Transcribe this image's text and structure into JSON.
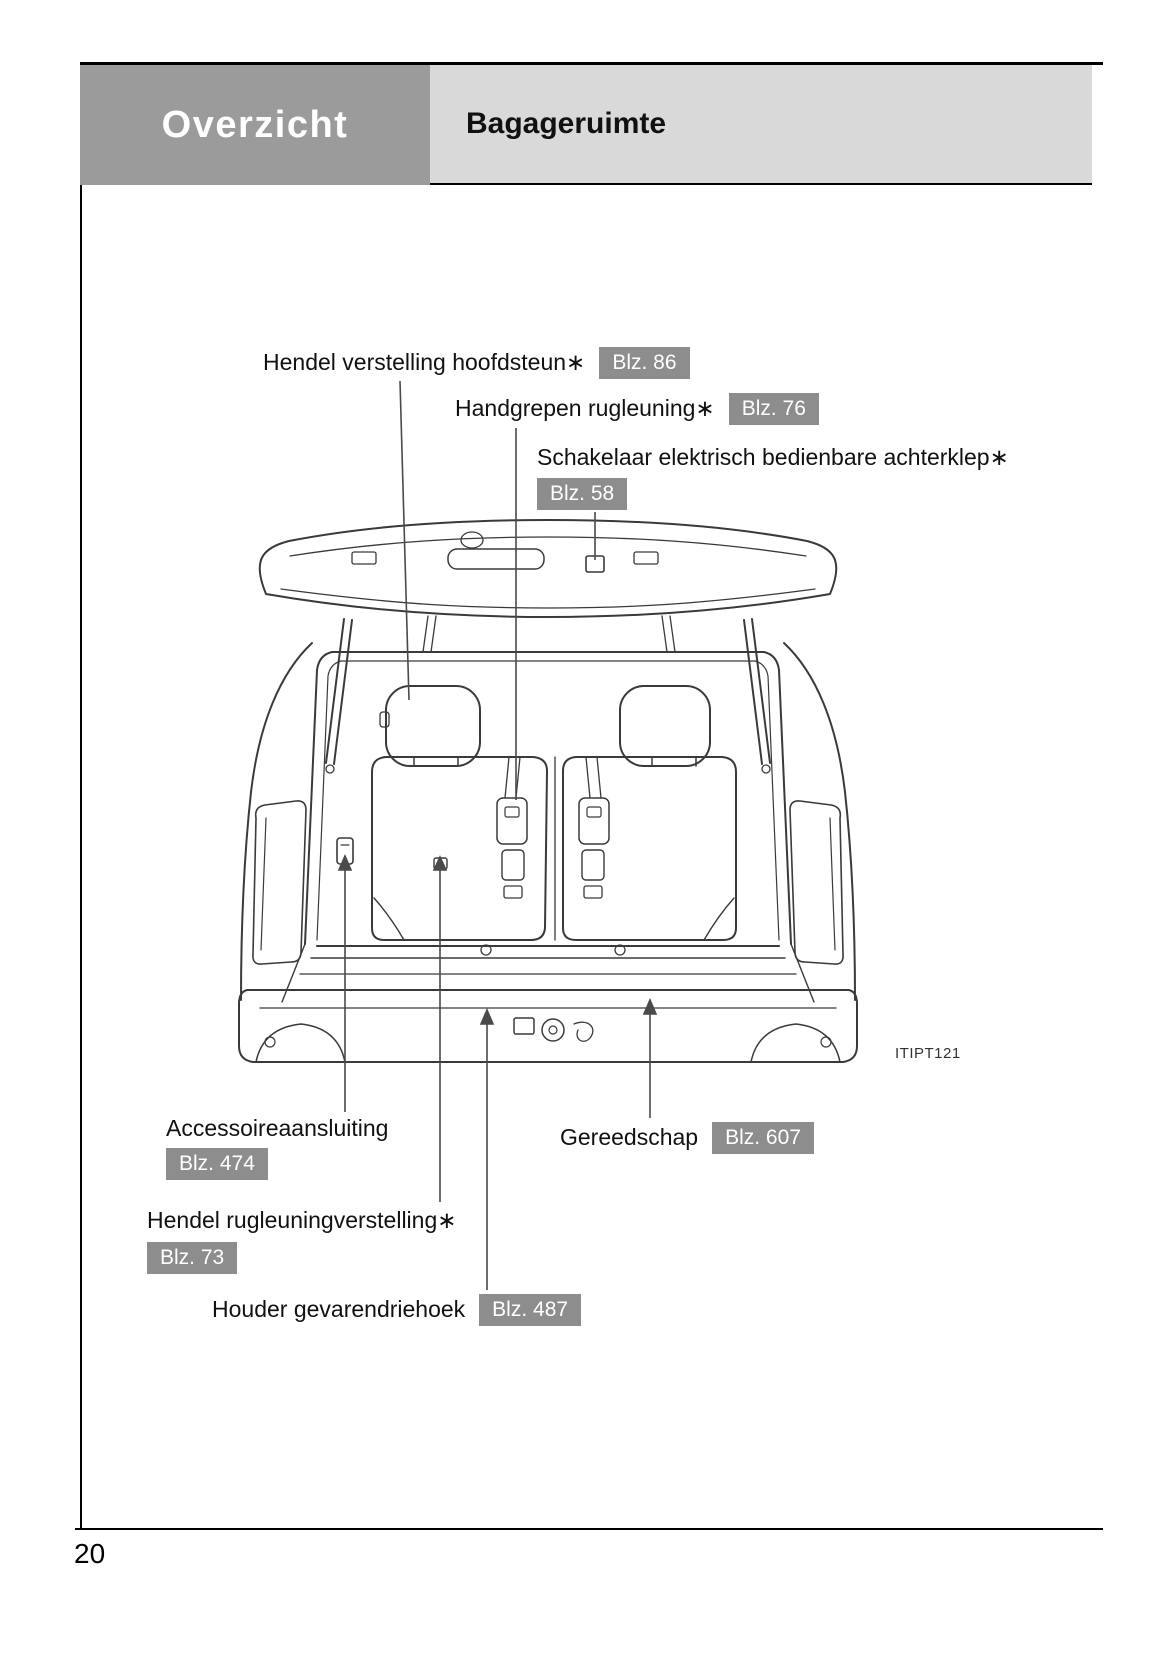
{
  "header": {
    "section_label": "Overzicht",
    "page_title": "Bagageruimte"
  },
  "callouts": {
    "headrest": {
      "label": "Hendel verstelling hoofdsteun∗",
      "page_ref": "Blz. 86"
    },
    "backrest_grips": {
      "label": "Handgrepen rugleuning∗",
      "page_ref": "Blz. 76"
    },
    "power_tailgate": {
      "label": "Schakelaar elektrisch bedienbare achterklep∗",
      "page_ref": "Blz. 58"
    },
    "accessory": {
      "label": "Accessoireaansluiting",
      "page_ref": "Blz. 474"
    },
    "tools": {
      "label": "Gereedschap",
      "page_ref": "Blz. 607"
    },
    "recline": {
      "label": "Hendel rugleuningverstelling∗",
      "page_ref": "Blz. 73"
    },
    "triangle": {
      "label": "Houder gevarendriehoek",
      "page_ref": "Blz. 487"
    }
  },
  "figure": {
    "code": "ITIPT121"
  },
  "footer": {
    "page_number": "20"
  },
  "colors": {
    "header_dark": "#9b9b9b",
    "header_light": "#d9d9d9",
    "badge_gray": "#8d8d8d",
    "line_art": "#3a3a3a"
  }
}
